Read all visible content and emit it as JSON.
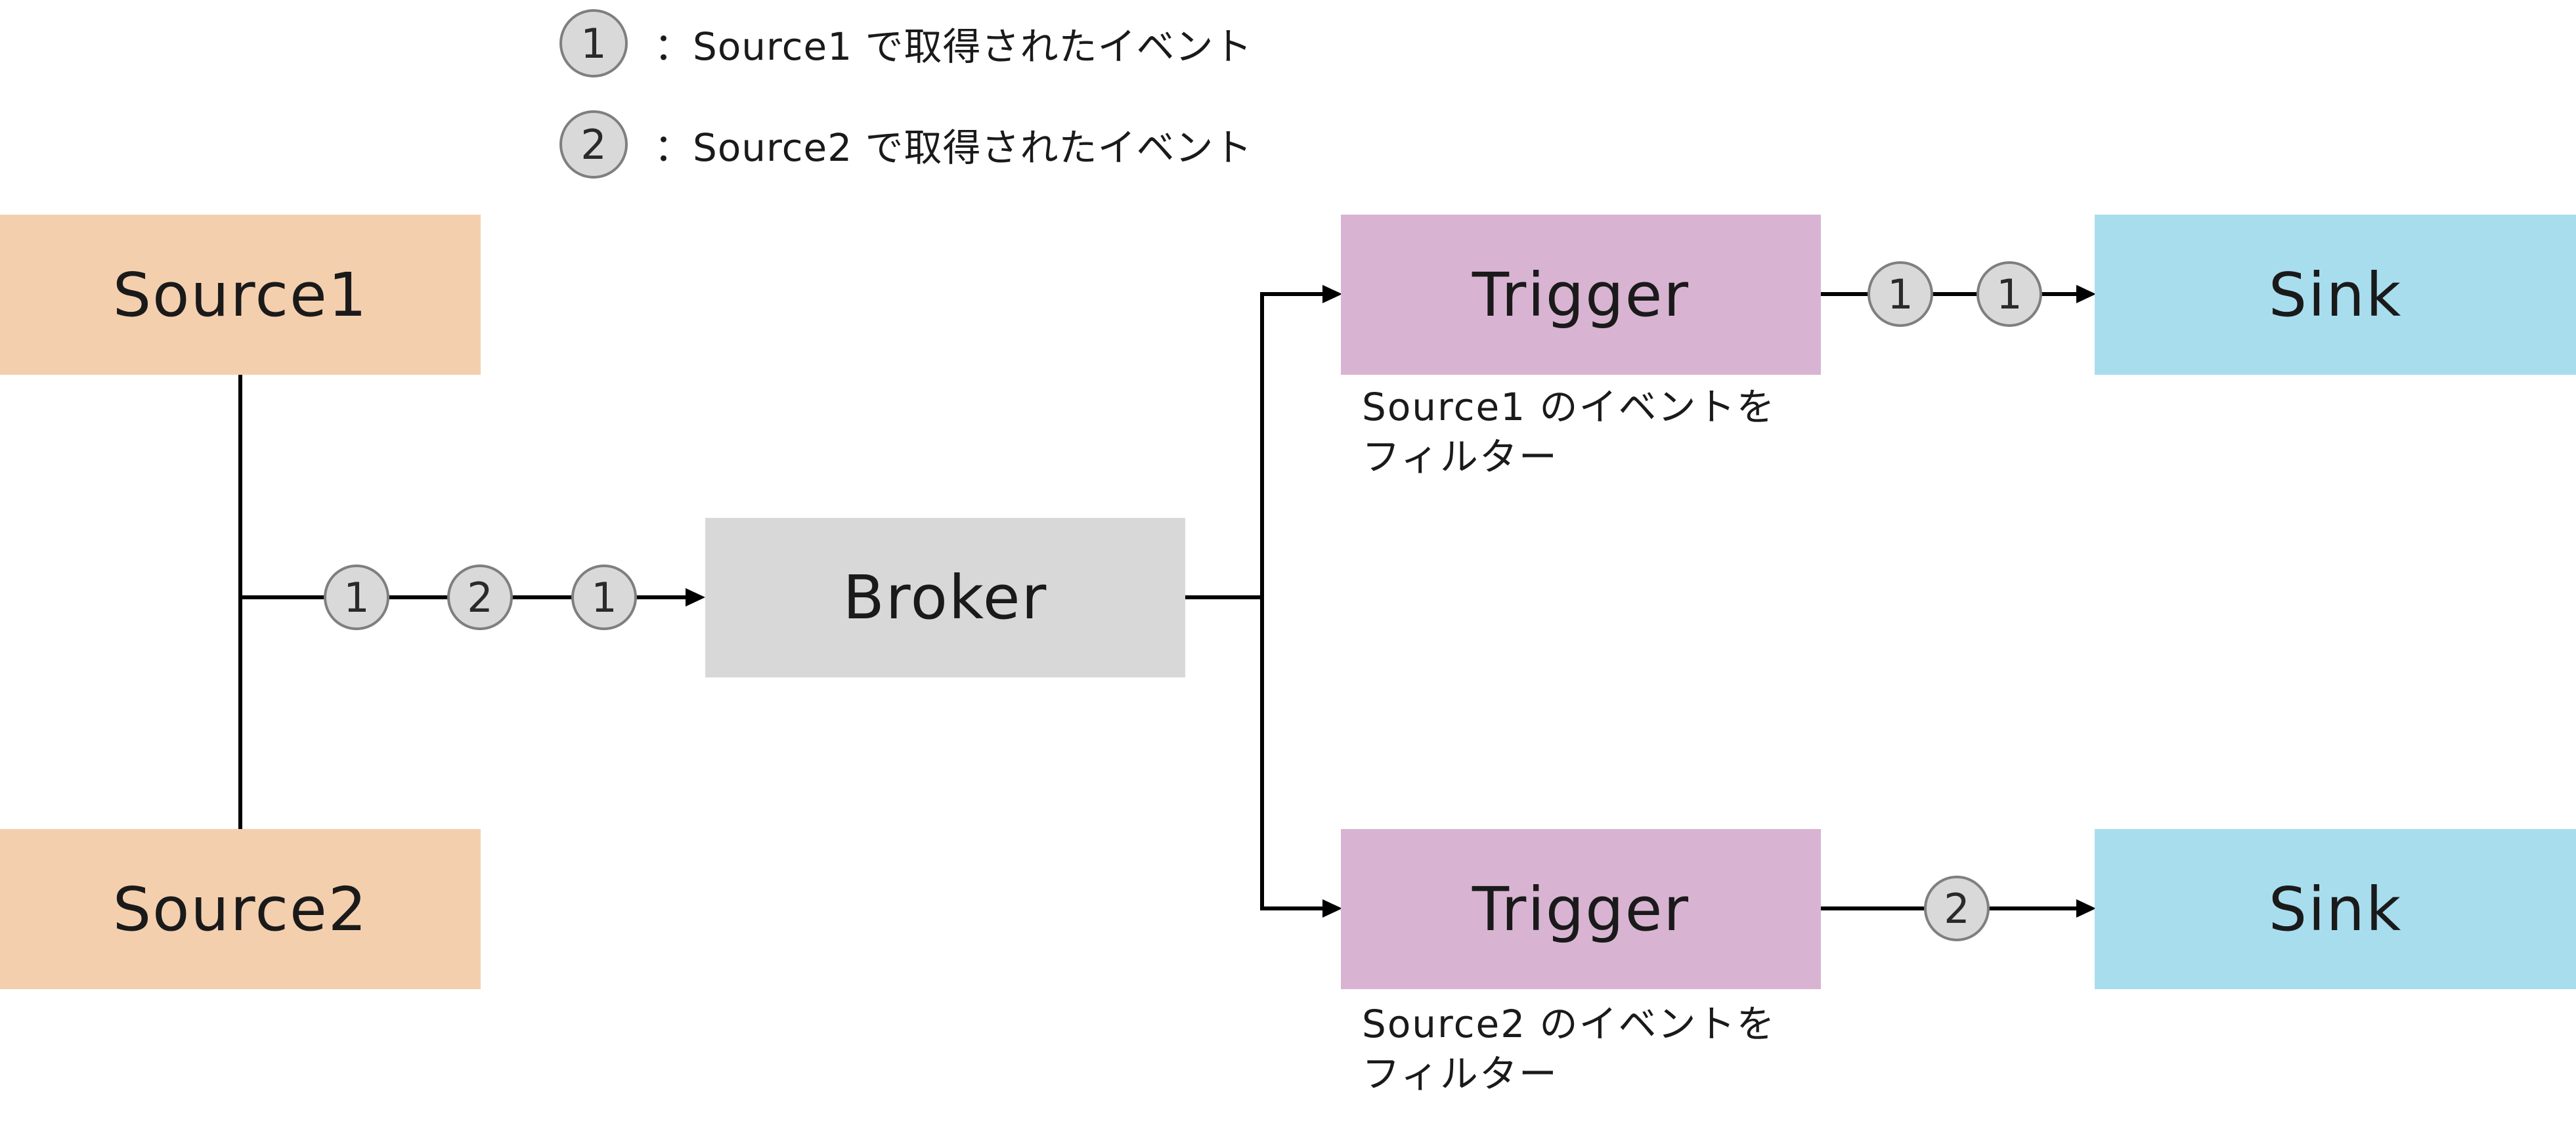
{
  "legend": [
    {
      "marker": "1",
      "text": "：Source1 で取得されたイベント"
    },
    {
      "marker": "2",
      "text": "：Source2 で取得されたイベント"
    }
  ],
  "nodes": {
    "source1": "Source1",
    "source2": "Source2",
    "broker": "Broker",
    "trigger_top": "Trigger",
    "trigger_bottom": "Trigger",
    "sink_top": "Sink",
    "sink_bottom": "Sink"
  },
  "filter_notes": {
    "top": [
      "Source1 のイベントを",
      "フィルター"
    ],
    "bottom": [
      "Source2 のイベントを",
      "フィルター"
    ]
  },
  "events": {
    "to_broker": [
      "1",
      "2",
      "1"
    ],
    "top_trigger_to_sink": [
      "1",
      "1"
    ],
    "bottom_trigger_to_sink": [
      "2"
    ]
  },
  "colors": {
    "source": "#f4cfae",
    "broker": "#d8d8d8",
    "trigger": "#d8b4d2",
    "sink": "#a8ddee",
    "event_marker": "#d9d9d9",
    "event_border": "#7f7f7f",
    "line": "#000000"
  }
}
